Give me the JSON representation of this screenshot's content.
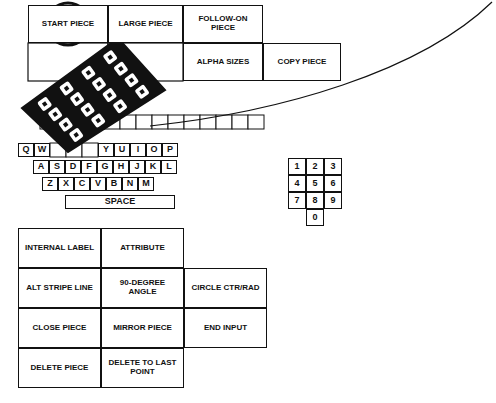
{
  "diagram": {
    "nodes": [
      {
        "text": [
          "START PIECE"
        ]
      },
      {
        "text": [
          "LARGE PIECE"
        ]
      },
      {
        "text": [
          "FOLLOW-ON PIECE"
        ]
      },
      {
        "text": [
          "ALPHA SIZES"
        ]
      },
      {
        "text": [
          "COPY PIECE"
        ]
      },
      {
        "text": [
          "Q"
        ]
      },
      {
        "text": [
          "W"
        ]
      },
      {
        "text": [
          "Y"
        ]
      },
      {
        "text": [
          "U"
        ]
      },
      {
        "text": [
          "I"
        ]
      },
      {
        "text": [
          "O"
        ]
      },
      {
        "text": [
          "P"
        ]
      },
      {
        "text": [
          "A"
        ]
      },
      {
        "text": [
          "S"
        ]
      },
      {
        "text": [
          "D"
        ]
      },
      {
        "text": [
          "F"
        ]
      },
      {
        "text": [
          "G"
        ]
      },
      {
        "text": [
          "H"
        ]
      },
      {
        "text": [
          "J"
        ]
      },
      {
        "text": [
          "K"
        ]
      },
      {
        "text": [
          "L"
        ]
      },
      {
        "text": [
          "Z"
        ]
      },
      {
        "text": [
          "X"
        ]
      },
      {
        "text": [
          "C"
        ]
      },
      {
        "text": [
          "V"
        ]
      },
      {
        "text": [
          "B"
        ]
      },
      {
        "text": [
          "N"
        ]
      },
      {
        "text": [
          "M"
        ]
      },
      {
        "text": [
          "SPACE"
        ]
      },
      {
        "text": [
          "1"
        ]
      },
      {
        "text": [
          "2"
        ]
      },
      {
        "text": [
          "3"
        ]
      },
      {
        "text": [
          "4"
        ]
      },
      {
        "text": [
          "5"
        ]
      },
      {
        "text": [
          "6"
        ]
      },
      {
        "text": [
          "7"
        ]
      },
      {
        "text": [
          "8"
        ]
      },
      {
        "text": [
          "9"
        ]
      },
      {
        "text": [
          "0"
        ]
      },
      {
        "text": [
          "INTERNAL LABEL"
        ]
      },
      {
        "text": [
          "ATTRIBUTE"
        ]
      },
      {
        "text": [
          "ALT STRIPE LINE"
        ]
      },
      {
        "text": [
          "90-DEGREE ANGLE"
        ]
      },
      {
        "text": [
          "CIRCLE CTR/RAD"
        ]
      },
      {
        "text": [
          "CLOSE PIECE"
        ]
      },
      {
        "text": [
          "MIRROR PIECE"
        ]
      },
      {
        "text": [
          "END INPUT"
        ]
      },
      {
        "text": [
          "DELETE PIECE"
        ]
      },
      {
        "text": [
          "DELETE TO LAST POINT"
        ]
      }
    ]
  }
}
